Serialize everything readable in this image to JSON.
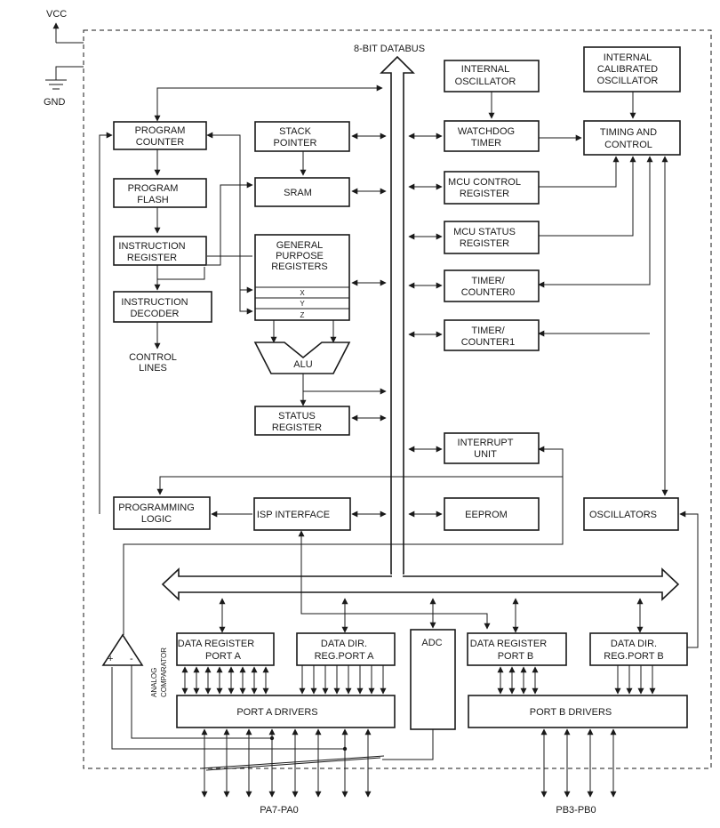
{
  "labels": {
    "vcc": "VCC",
    "gnd": "GND",
    "databus": "8-BIT DATABUS",
    "control_lines": [
      "CONTROL",
      "LINES"
    ],
    "analog_comparator": [
      "ANALOG",
      "COMPARATOR"
    ],
    "pa_pins": "PA7-PA0",
    "pb_pins": "PB3-PB0",
    "plus": "+",
    "minus": "-"
  },
  "blocks": {
    "program_counter": [
      "PROGRAM",
      "COUNTER"
    ],
    "program_flash": [
      "PROGRAM",
      "FLASH"
    ],
    "instruction_register": [
      "INSTRUCTION",
      "REGISTER"
    ],
    "instruction_decoder": [
      "INSTRUCTION",
      "DECODER"
    ],
    "stack_pointer": [
      "STACK",
      "POINTER"
    ],
    "sram": [
      "SRAM"
    ],
    "gpr": [
      "GENERAL",
      "PURPOSE",
      "REGISTERS"
    ],
    "gpr_rows": [
      "X",
      "Y",
      "Z"
    ],
    "alu": [
      "ALU"
    ],
    "status_register": [
      "STATUS",
      "REGISTER"
    ],
    "programming_logic": [
      "PROGRAMMING",
      "LOGIC"
    ],
    "isp_interface": [
      "ISP INTERFACE"
    ],
    "internal_oscillator": [
      "INTERNAL",
      "OSCILLATOR"
    ],
    "internal_calibrated_oscillator": [
      "INTERNAL",
      "CALIBRATED",
      "OSCILLATOR"
    ],
    "watchdog_timer": [
      "WATCHDOG",
      "TIMER"
    ],
    "timing_and_control": [
      "TIMING AND",
      "CONTROL"
    ],
    "mcu_control_register": [
      "MCU CONTROL",
      "REGISTER"
    ],
    "mcu_status_register": [
      "MCU STATUS",
      "REGISTER"
    ],
    "timer_counter0": [
      "TIMER/",
      "COUNTER0"
    ],
    "timer_counter1": [
      "TIMER/",
      "COUNTER1"
    ],
    "interrupt_unit": [
      "INTERRUPT",
      "UNIT"
    ],
    "eeprom": [
      "EEPROM"
    ],
    "oscillators": [
      "OSCILLATORS"
    ],
    "data_register_port_a": [
      "DATA REGISTER",
      "PORT A"
    ],
    "data_dir_reg_port_a": [
      "DATA DIR.",
      "REG.PORT A"
    ],
    "adc": [
      "ADC"
    ],
    "data_register_port_b": [
      "DATA REGISTER",
      "PORT B"
    ],
    "data_dir_reg_port_b": [
      "DATA DIR.",
      "REG.PORT B"
    ],
    "port_a_drivers": [
      "PORT A DRIVERS"
    ],
    "port_b_drivers": [
      "PORT B DRIVERS"
    ]
  }
}
